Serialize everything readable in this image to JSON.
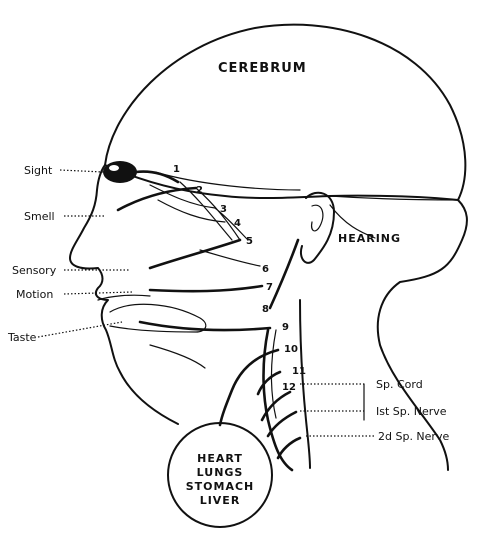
{
  "labels": {
    "cerebrum": "CEREBRUM",
    "sight": "Sight",
    "smell": "Smell",
    "sensory": "Sensory",
    "motion": "Motion",
    "taste": "Taste",
    "hearing": "HEARING",
    "sp_cord": "Sp. Cord",
    "first_sp_nerve": "Ist Sp. Nerve",
    "second_sp_nerve": "2d Sp. Nerve",
    "organs": [
      "HEART",
      "LUNGS",
      "STOMACH",
      "LIVER"
    ]
  },
  "nerve_numbers": [
    "1",
    "2",
    "3",
    "4",
    "5",
    "6",
    "7",
    "8",
    "9",
    "10",
    "11",
    "12"
  ]
}
